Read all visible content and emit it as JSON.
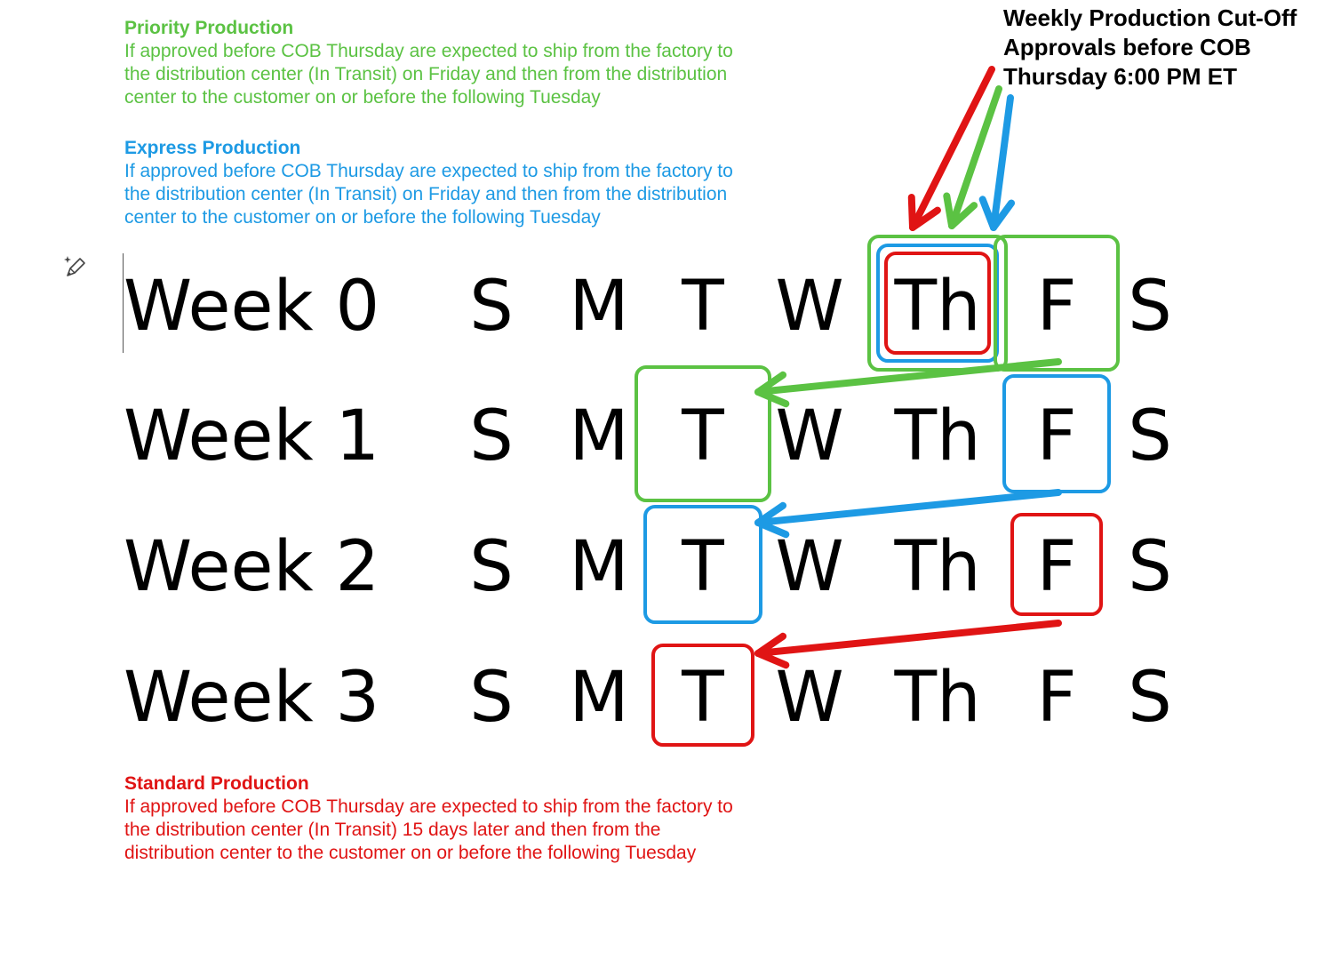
{
  "priority": {
    "title": "Priority Production",
    "text": "If approved before COB Thursday are expected to ship from the factory to\nthe distribution center (In Transit) on Friday and then from the distribution\ncenter to the customer on or before the following Tuesday",
    "color": "#5bc243"
  },
  "express": {
    "title": "Express Production",
    "text": "If approved before COB Thursday are expected to ship from the factory to\nthe distribution center (In Transit) on Friday and then from the distribution\ncenter to the customer on or before the following Tuesday",
    "color": "#1d9ae4"
  },
  "standard": {
    "title": "Standard Production",
    "text": "If approved before COB Thursday are expected to ship from the factory to\nthe distribution center (In Transit) 15 days later and then from the\ndistribution center to the customer on or before the following Tuesday",
    "color": "#e01414"
  },
  "cutoff_note": "Weekly Production Cut-Off\nApprovals before COB\nThursday 6:00 PM ET",
  "days": [
    "S",
    "M",
    "T",
    "W",
    "Th",
    "F",
    "S"
  ],
  "weeks": [
    {
      "label": "Week 0"
    },
    {
      "label": "Week 1"
    },
    {
      "label": "Week 2"
    },
    {
      "label": "Week 3"
    }
  ],
  "highlights": [
    {
      "week": 0,
      "day": 4,
      "tier": "standard"
    },
    {
      "week": 0,
      "day": 4,
      "tier": "express"
    },
    {
      "week": 0,
      "day": 4,
      "tier": "priority"
    },
    {
      "week": 0,
      "day": 5,
      "tier": "priority"
    },
    {
      "week": 1,
      "day": 2,
      "tier": "priority"
    },
    {
      "week": 1,
      "day": 5,
      "tier": "express"
    },
    {
      "week": 2,
      "day": 2,
      "tier": "express"
    },
    {
      "week": 2,
      "day": 5,
      "tier": "standard"
    },
    {
      "week": 3,
      "day": 2,
      "tier": "standard"
    }
  ],
  "transitions": [
    {
      "tier": "priority",
      "from_week": 0,
      "from_day": 5,
      "to_week": 1,
      "to_day": 2
    },
    {
      "tier": "express",
      "from_week": 1,
      "from_day": 5,
      "to_week": 2,
      "to_day": 2
    },
    {
      "tier": "standard",
      "from_week": 2,
      "from_day": 5,
      "to_week": 3,
      "to_day": 2
    }
  ],
  "cutoff_arrows": [
    "standard",
    "priority",
    "express"
  ]
}
